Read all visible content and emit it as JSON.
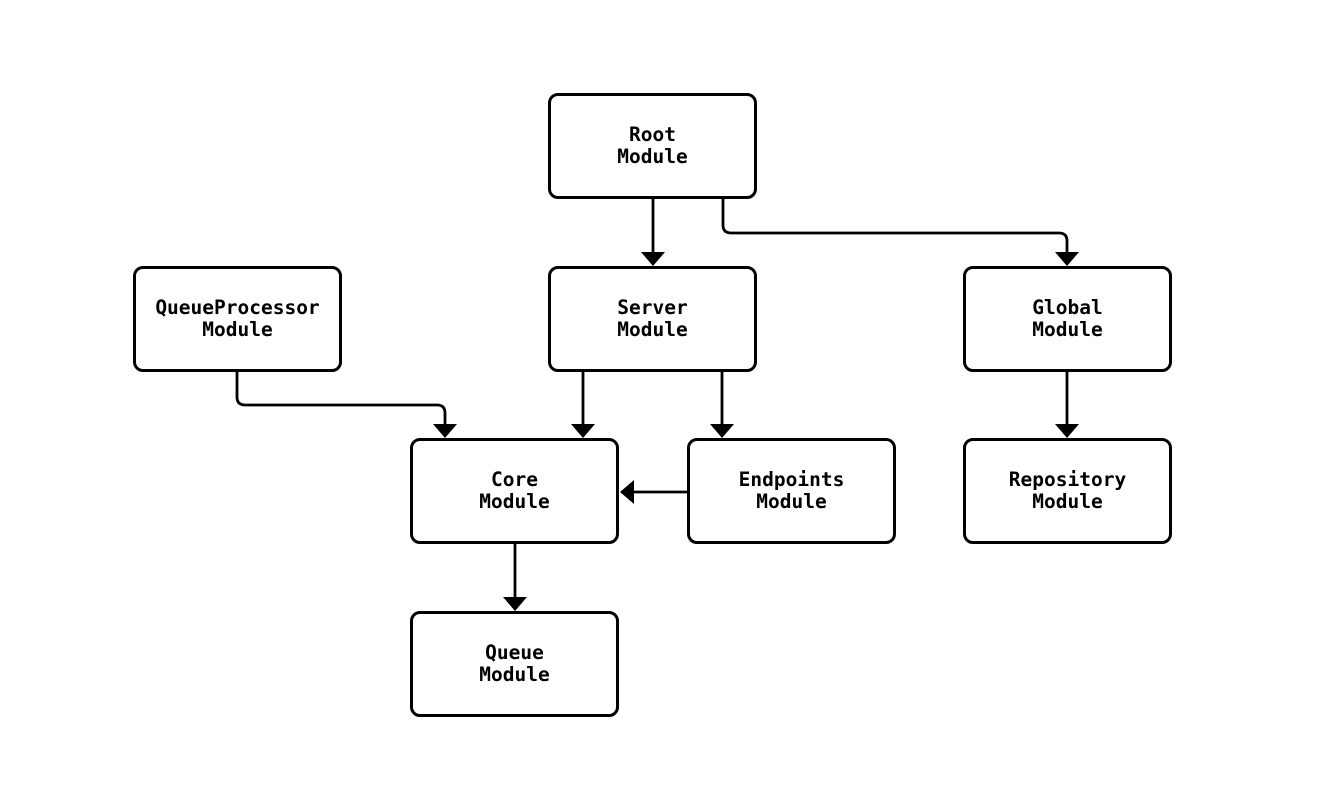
{
  "diagram": {
    "type": "flowchart",
    "colors": {
      "background": "#ffffff",
      "node_fill": "#ffffff",
      "node_border": "#000000",
      "edge": "#000000",
      "text": "#000000"
    },
    "nodes": [
      {
        "id": "root",
        "line1": "Root",
        "line2": "Module"
      },
      {
        "id": "queueprocessor",
        "line1": "QueueProcessor",
        "line2": "Module"
      },
      {
        "id": "server",
        "line1": "Server",
        "line2": "Module"
      },
      {
        "id": "global",
        "line1": "Global",
        "line2": "Module"
      },
      {
        "id": "core",
        "line1": "Core",
        "line2": "Module"
      },
      {
        "id": "endpoints",
        "line1": "Endpoints",
        "line2": "Module"
      },
      {
        "id": "repository",
        "line1": "Repository",
        "line2": "Module"
      },
      {
        "id": "queue",
        "line1": "Queue",
        "line2": "Module"
      }
    ],
    "edges": [
      {
        "from": "Root Module",
        "to": "Server Module"
      },
      {
        "from": "Root Module",
        "to": "Global Module"
      },
      {
        "from": "QueueProcessor Module",
        "to": "Core Module"
      },
      {
        "from": "Server Module",
        "to": "Core Module"
      },
      {
        "from": "Server Module",
        "to": "Endpoints Module"
      },
      {
        "from": "Endpoints Module",
        "to": "Core Module"
      },
      {
        "from": "Global Module",
        "to": "Repository Module"
      },
      {
        "from": "Core Module",
        "to": "Queue Module"
      }
    ]
  }
}
